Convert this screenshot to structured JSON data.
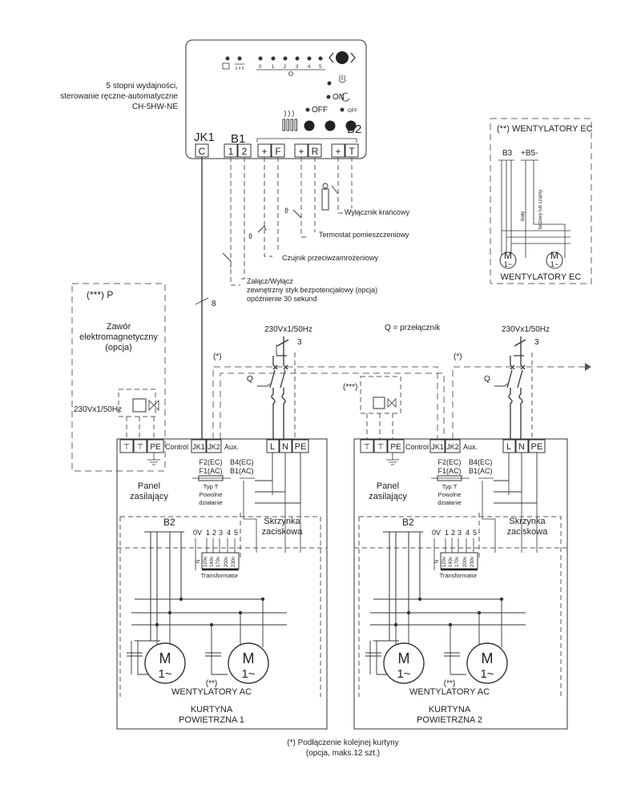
{
  "controller": {
    "description_line1": "5 stopni wydajności,",
    "description_line2": "sterowanie ręczne-automatyczne",
    "model": "CH-5HW-NE",
    "speed_scale": [
      "0",
      "1",
      "2",
      "3",
      "4",
      "5"
    ],
    "on_label": "ON",
    "off_label": "OFF",
    "off_small_label": "OFF",
    "term_groups": {
      "jk1": "JK1",
      "b1": "B1",
      "b2": "B2"
    },
    "terminals": {
      "c": "C",
      "one": "1",
      "two": "2",
      "plus1": "+",
      "f": "F",
      "plus2": "+",
      "r": "R",
      "plus3": "+",
      "t": "T"
    }
  },
  "labels": {
    "limit_switch": "Wyłącznik krańcowy",
    "room_thermostat": "Termostat pomieszczeniowy",
    "frost_sensor": "Czujnik przeciwzamrożeniowy",
    "switch_line1": "Załącz/Wyłącz",
    "switch_line2": "zewnętrzny styk bezpotencjałowy (opcja)",
    "switch_line3": "opóźnienie 30 sekund",
    "cable_count": "8",
    "q_legend": "Q = przełącznik",
    "footnote_line1": "(*) Podłączenie kolejnej kurtyny",
    "footnote_line2": "(opcja, maks.12 szt.)",
    "star1_left": "(*)",
    "star1_right": "(*)",
    "theta1": "ϑ",
    "theta2": "ϑ"
  },
  "valve": {
    "title": "(***) P",
    "name_line1": "Zawór",
    "name_line2": "elektromagnetyczny",
    "name_line3": "(opcja)",
    "voltage": "230Vx1/50Hz"
  },
  "ec_fans": {
    "title": "(**) WENTYLATORY EC",
    "b3": "B3",
    "b5": "+B5-",
    "wire_white": "biały",
    "wire_beige": "beżowy lub czarny",
    "motor_m": "M",
    "motor_phase": "1~",
    "footer": "WENTYLATORY EC"
  },
  "curtains": [
    {
      "supply": "230Vx1/50Hz",
      "wire_count": "3",
      "q": "Q",
      "stars": "(***)",
      "terminals": {
        "control": "Control",
        "jk1": "JK1",
        "jk2": "JK2",
        "aux": "Aux.",
        "l": "L",
        "n": "N",
        "pe": "PE",
        "pe_valve": "PE"
      },
      "fuse_line1": "F2(EC)",
      "fuse_line2": "F1(AC)",
      "fuse_type1": "Typ T",
      "fuse_type2": "Powolne",
      "fuse_type3": "działanie",
      "b4_line1": "B4(EC)",
      "b4_line2": "B1(AC)",
      "panel_line1": "Panel",
      "panel_line2": "zasilający",
      "box_line1": "Skrzynka",
      "box_line2": "zaciskowa",
      "b2": "B2",
      "taps": [
        "0V",
        "1",
        "2",
        "3",
        "4",
        "5"
      ],
      "tap_voltages": [
        "120v",
        "140v",
        "170v",
        "200v",
        "230v"
      ],
      "n_label": "N",
      "transformer": "Transformator",
      "motor_m": "M",
      "motor_phase": "1~",
      "fans_tag": "(**)",
      "fans_label": "WENTYLATORY AC",
      "name_line1": "KURTYNA",
      "name_line2": "POWIETRZNA 1"
    },
    {
      "supply": "230Vx1/50Hz",
      "wire_count": "3",
      "q": "Q",
      "stars": "(***)",
      "terminals": {
        "control": "Control",
        "jk1": "JK1",
        "jk2": "JK2",
        "aux": "Aux.",
        "l": "L",
        "n": "N",
        "pe": "PE",
        "pe_valve": "PE"
      },
      "fuse_line1": "F2(EC)",
      "fuse_line2": "F1(AC)",
      "fuse_type1": "Typ T",
      "fuse_type2": "Powolne",
      "fuse_type3": "działanie",
      "b4_line1": "B4(EC)",
      "b4_line2": "B1(AC)",
      "panel_line1": "Panel",
      "panel_line2": "zasilający",
      "box_line1": "Skrzynka",
      "box_line2": "zaciskowa",
      "b2": "B2",
      "taps": [
        "0V",
        "1",
        "2",
        "3",
        "4",
        "5"
      ],
      "tap_voltages": [
        "120v",
        "140v",
        "170v",
        "200v",
        "230v"
      ],
      "n_label": "N",
      "transformer": "Transformator",
      "motor_m": "M",
      "motor_phase": "1~",
      "fans_tag": "(**)",
      "fans_label": "WENTYLATORY AC",
      "name_line1": "KURTYNA",
      "name_line2": "POWIETRZNA 2"
    }
  ]
}
